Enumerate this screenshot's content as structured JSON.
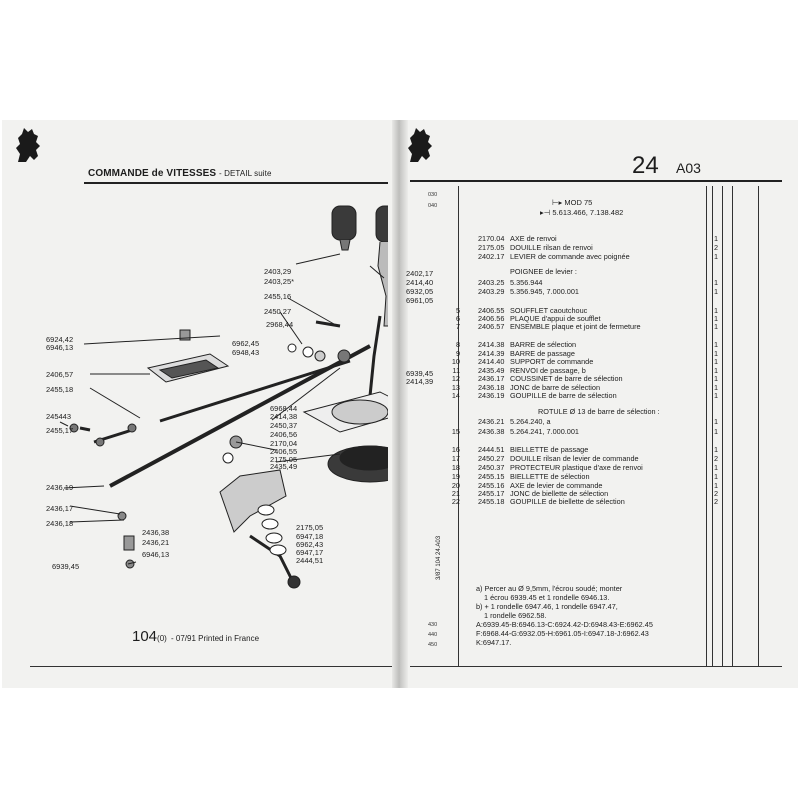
{
  "left_page": {
    "title": "COMMANDE de VITESSES",
    "subtitle": "- DETAIL suite",
    "page_number": "104",
    "page_suffix": "(0)",
    "printed": "- 07/91 Printed in France",
    "callouts": [
      "2403,29",
      "2403,25*",
      "2455,16",
      "2450,27",
      "2968,44",
      "6962,45",
      "6948,43",
      "2402,17",
      "2414,40",
      "6932,05",
      "6961,05",
      "6924,42",
      "6946,13",
      "2406,57",
      "2455,18",
      "245443",
      "2455,17",
      "2436,19",
      "2436,17",
      "2436,18",
      "2436,38",
      "2436,21",
      "6946,13",
      "6939,45",
      "6939,45",
      "2414,39",
      "6968,44",
      "2414,38",
      "2450,37",
      "2406,56",
      "2170,04",
      "2406,55",
      "2175,05",
      "2435,49",
      "2175,05",
      "6947,18",
      "6962,43",
      "6947,17",
      "2444,51"
    ]
  },
  "right_page": {
    "page_num": "24",
    "code": "A03",
    "mod": "MOD 75",
    "mod_refs": "5.613.466, 7.138.482",
    "margin_codes": [
      "030",
      "040",
      "430",
      "440",
      "450"
    ],
    "vertical_text": "3/87 104 24.A03",
    "rows": [
      {
        "num": "",
        "ref": "2170.04",
        "desc": "AXE de renvoi",
        "qty": "1"
      },
      {
        "num": "",
        "ref": "2175.05",
        "desc": "DOUILLE rilsan de renvoi",
        "qty": "2"
      },
      {
        "num": "",
        "ref": "2402.17",
        "desc": "LEVIER de commande avec poignée",
        "qty": "1"
      },
      {
        "num": "",
        "ref": "",
        "desc": "POIGNEE de levier :",
        "qty": ""
      },
      {
        "num": "",
        "ref": "2403.25",
        "desc": "5.356.944",
        "qty": "1"
      },
      {
        "num": "",
        "ref": "2403.29",
        "desc": "5.356.945, 7.000.001",
        "qty": "1"
      },
      {
        "num": "5",
        "ref": "2406.55",
        "desc": "SOUFFLET caoutchouc",
        "qty": "1"
      },
      {
        "num": "6",
        "ref": "2406.56",
        "desc": "PLAQUE d'appui de soufflet",
        "qty": "1"
      },
      {
        "num": "7",
        "ref": "2406.57",
        "desc": "ENSEMBLE plaque et joint de fermeture",
        "qty": "1"
      },
      {
        "num": "8",
        "ref": "2414.38",
        "desc": "BARRE de sélection",
        "qty": "1"
      },
      {
        "num": "9",
        "ref": "2414.39",
        "desc": "BARRE de passage",
        "qty": "1"
      },
      {
        "num": "10",
        "ref": "2414.40",
        "desc": "SUPPORT de commande",
        "qty": "1"
      },
      {
        "num": "11",
        "ref": "2435.49",
        "desc": "RENVOI de passage,  b",
        "qty": "1"
      },
      {
        "num": "12",
        "ref": "2436.17",
        "desc": "COUSSINET de barre de sélection",
        "qty": "1"
      },
      {
        "num": "13",
        "ref": "2436.18",
        "desc": "JONC de barre de sélection",
        "qty": "1"
      },
      {
        "num": "14",
        "ref": "2436.19",
        "desc": "GOUPILLE de barre de sélection",
        "qty": "1"
      },
      {
        "num": "",
        "ref": "",
        "desc": "ROTULE Ø 13 de barre de sélection :",
        "qty": ""
      },
      {
        "num": "",
        "ref": "2436.21",
        "desc": "5.264.240,  a",
        "qty": "1"
      },
      {
        "num": "15",
        "ref": "2436.38",
        "desc": "5.264.241, 7.000.001",
        "qty": "1"
      },
      {
        "num": "16",
        "ref": "2444.51",
        "desc": "BIELLETTE de passage",
        "qty": "1"
      },
      {
        "num": "17",
        "ref": "2450.27",
        "desc": "DOUILLE rilsan de levier de commande",
        "qty": "2"
      },
      {
        "num": "18",
        "ref": "2450.37",
        "desc": "PROTECTEUR plastique d'axe de renvoi",
        "qty": "1"
      },
      {
        "num": "19",
        "ref": "2455.15",
        "desc": "BIELLETTE de sélection",
        "qty": "1"
      },
      {
        "num": "20",
        "ref": "2455.16",
        "desc": "AXE de levier de commande",
        "qty": "1"
      },
      {
        "num": "21",
        "ref": "2455.17",
        "desc": "JONC de biellette de sélection",
        "qty": "2"
      },
      {
        "num": "22",
        "ref": "2455.18",
        "desc": "GOUPILLE de biellette de sélection",
        "qty": "2"
      }
    ],
    "notes": [
      "a) Percer au Ø 9,5mm, l'écrou soudé; monter",
      "1 écrou 6939.45 et 1 rondelle 6946.13.",
      "b) + 1 rondelle 6947.46, 1 rondelle 6947.47,",
      "1 rondelle 6962.58.",
      "A:6939.45-B:6946.13-C:6924.42-D:6948.43-E:6962.45",
      "F:6968.44-G:6932.05-H:6961.05-I:6947.18-J:6962.43",
      "K:6947.17."
    ]
  }
}
